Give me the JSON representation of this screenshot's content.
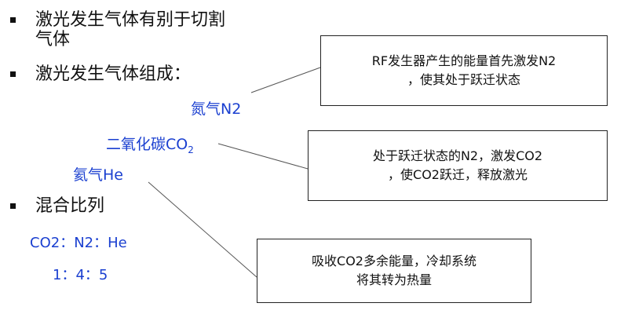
{
  "bullets": [
    {
      "line1": "激光发生气体有别于切割",
      "line2": "气体"
    },
    {
      "line1": "激光发生气体组成："
    },
    {
      "line1": "混合比列"
    }
  ],
  "gases": {
    "n2": "氮气N2",
    "co2": "二氧化碳CO",
    "co2_sub": "2",
    "he": "氦气He"
  },
  "ratio": {
    "labels": "CO2：N2：He",
    "values": "1：4：5"
  },
  "callouts": [
    {
      "line1": "RF发生器产生的能量首先激发N2",
      "line2": "，使其处于跃迁状态"
    },
    {
      "line1": "处于跃迁状态的N2，激发CO2",
      "line2": "，使CO2跃迁，释放激光"
    },
    {
      "line1": "吸收CO2多余能量，冷却系统",
      "line2": "将其转为热量"
    }
  ],
  "colors": {
    "accent": "#1a3fd0"
  }
}
